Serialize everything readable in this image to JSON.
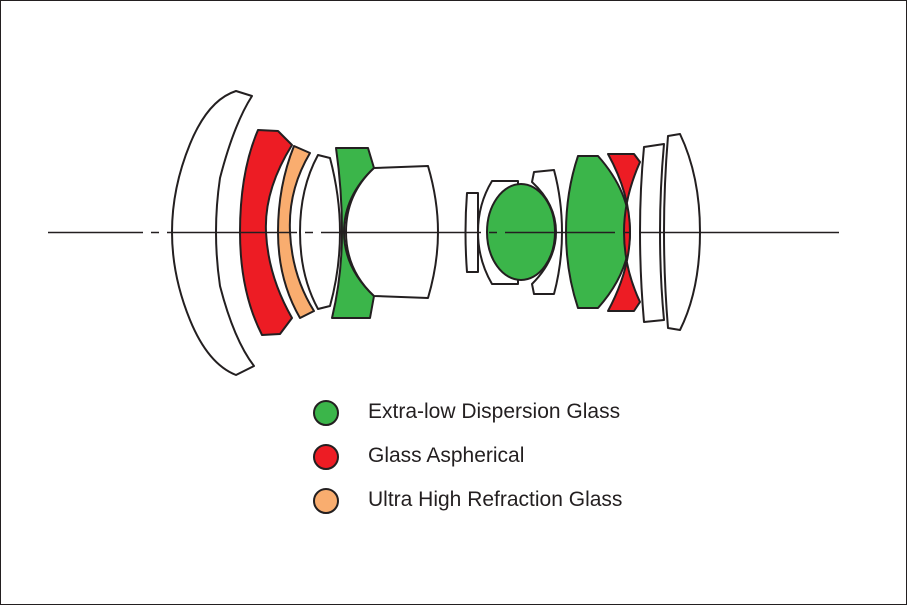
{
  "colors": {
    "outline": "#231f20",
    "clear_glass": "#ffffff",
    "extra_low_dispersion": "#3bb54a",
    "aspherical": "#ed1c24",
    "ultra_high_refraction": "#f9ad6f"
  },
  "lens_elements": [
    {
      "id": "front-meniscus",
      "glass": "clear"
    },
    {
      "id": "aspherical-1",
      "glass": "aspherical"
    },
    {
      "id": "uhr-1",
      "glass": "ultra_high_refraction"
    },
    {
      "id": "thin-clear",
      "glass": "clear"
    },
    {
      "id": "ed-1",
      "glass": "extra_low_dispersion"
    },
    {
      "id": "clear-block",
      "glass": "clear"
    },
    {
      "id": "small-plate",
      "glass": "clear"
    },
    {
      "id": "ring",
      "glass": "clear"
    },
    {
      "id": "ed-2",
      "glass": "extra_low_dispersion"
    },
    {
      "id": "rear-block",
      "glass": "clear"
    },
    {
      "id": "ed-3",
      "glass": "extra_low_dispersion"
    },
    {
      "id": "aspherical-2",
      "glass": "aspherical"
    },
    {
      "id": "plate",
      "glass": "clear"
    },
    {
      "id": "rear-lens",
      "glass": "clear"
    }
  ],
  "legend": [
    {
      "label": "Extra-low Dispersion Glass",
      "color": "#3bb54a"
    },
    {
      "label": "Glass Aspherical",
      "color": "#ed1c24"
    },
    {
      "label": "Ultra High Refraction Glass",
      "color": "#f9ad6f"
    }
  ]
}
